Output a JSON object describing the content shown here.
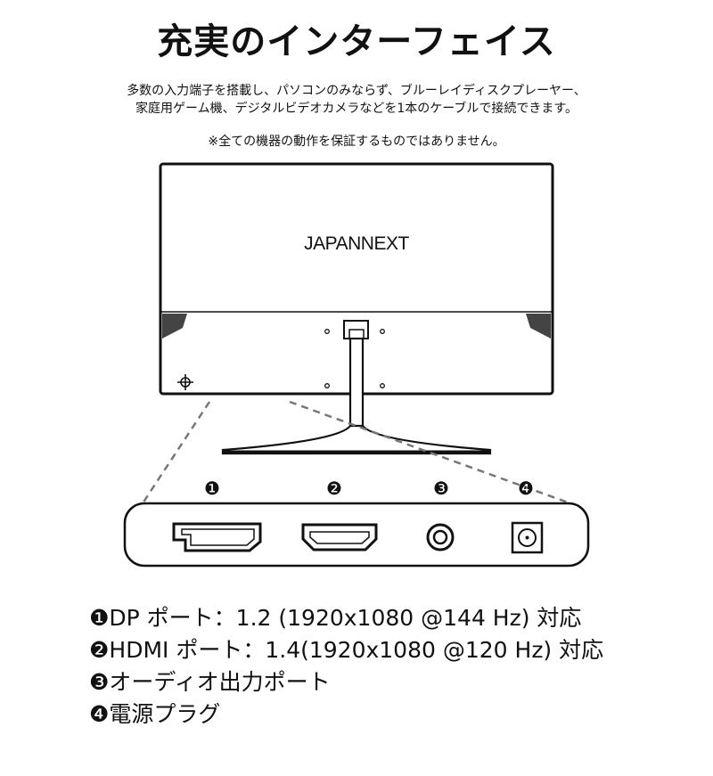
{
  "header": {
    "title": "充実のインターフェイス",
    "description_line1": "多数の入力端子を搭載し、パソコンのみならず、ブルーレイディスクプレーヤー、",
    "description_line2": "家庭用ゲーム機、デジタルビデオカメラなどを1本のケーブルで接続できます。",
    "note": "※全ての機器の動作を保証するものではありません。"
  },
  "monitor": {
    "brand": "JAPANNEXT"
  },
  "ports": [
    {
      "number": "❶",
      "icon": "displayport-icon"
    },
    {
      "number": "❷",
      "icon": "hdmi-icon"
    },
    {
      "number": "❸",
      "icon": "audio-jack-icon"
    },
    {
      "number": "❹",
      "icon": "dc-power-icon"
    }
  ],
  "specs": [
    "❶DP ポート：1.2 (1920x1080 @144 Hz) 対応",
    "❷HDMI ポート：1.4(1920x1080 @120 Hz) 対応",
    "❸オーディオ出力ポート",
    "❹電源プラグ"
  ]
}
